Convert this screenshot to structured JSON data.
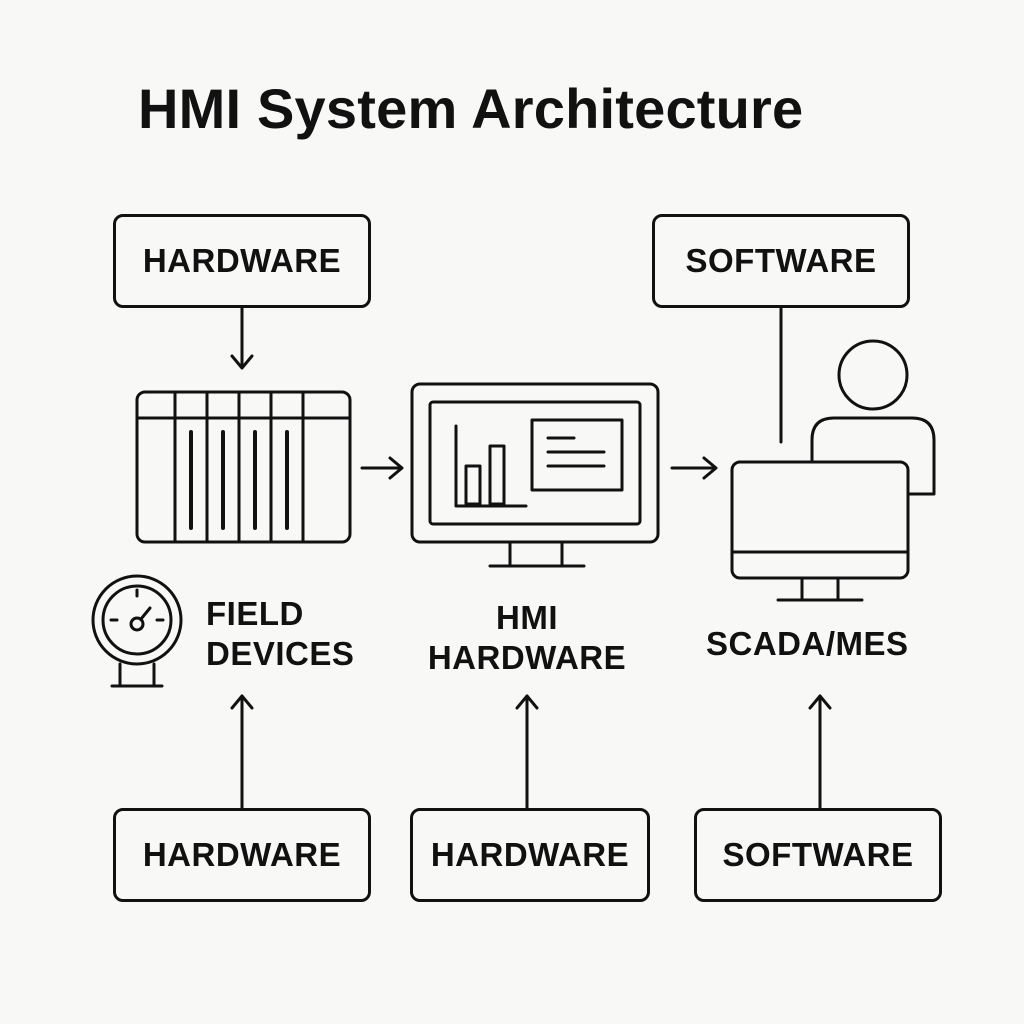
{
  "title": "HMI System Architecture",
  "boxes": {
    "top_hardware": "HARDWARE",
    "top_software": "SOFTWARE",
    "bottom_hardware_1": "HARDWARE",
    "bottom_hardware_2": "HARDWARE",
    "bottom_software": "SOFTWARE"
  },
  "labels": {
    "field_devices": [
      "FIELD",
      "DEVICES"
    ],
    "hmi_hardware": [
      "HMI",
      "HARDWARE"
    ],
    "scada_mes": "SCADA/MES"
  },
  "icons": {
    "plc": "plc-rack-icon",
    "gauge": "pressure-gauge-icon",
    "hmi_monitor": "hmi-monitor-icon",
    "operator": "operator-person-icon",
    "workstation": "workstation-monitor-icon"
  },
  "colors": {
    "ink": "#111111",
    "background": "#f8f8f6"
  }
}
